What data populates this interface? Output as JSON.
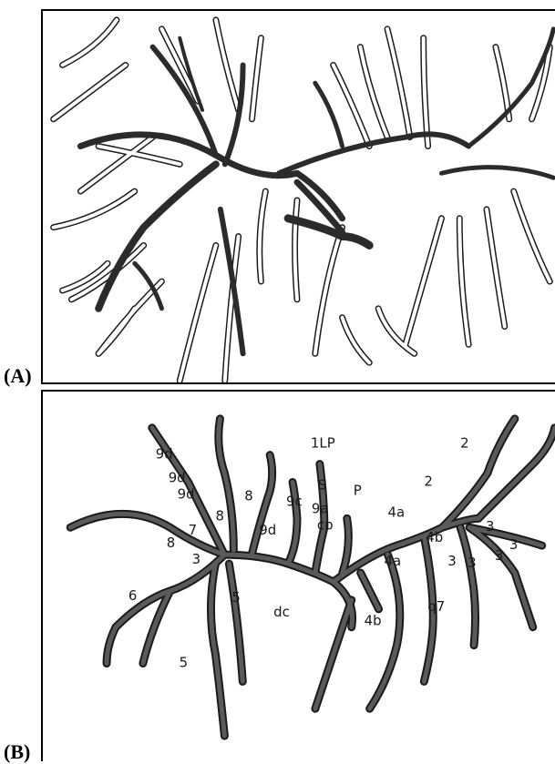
{
  "panels": [
    {
      "label": "(A)"
    },
    {
      "label": "(B)"
    }
  ],
  "annotations": [
    "9d",
    "9d",
    "9d",
    "8",
    "8",
    "7",
    "9c",
    "9d",
    "9a",
    "cp",
    "1LP",
    "S",
    "P",
    "4a",
    "4a",
    "4b",
    "4b",
    "2",
    "2",
    "3",
    "3",
    "3",
    "3",
    "3",
    "6",
    "5",
    "5",
    "dc",
    "q7",
    "8",
    "3"
  ],
  "colors": {
    "ink": "#1a1a1a",
    "dark_branch": "#2b2b2b",
    "light_branch": "#ffffff",
    "branch_fill_b": "#5a5a5a"
  }
}
